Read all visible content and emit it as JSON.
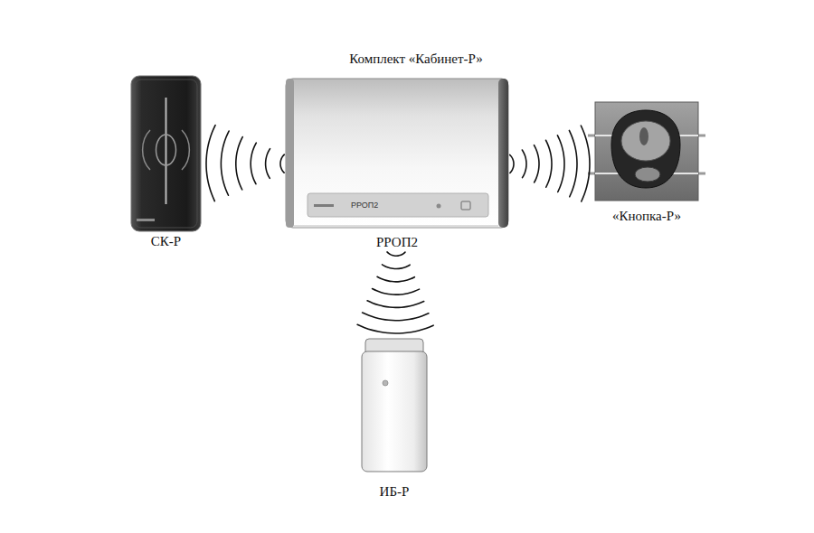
{
  "diagram": {
    "title": "Комплект «Кабинет-Р»",
    "nodes": [
      {
        "text": [
          "СК-Р"
        ]
      },
      {
        "text": [
          "РРОП2",
          "РРОП2"
        ]
      },
      {
        "text": [
          "«Кнопка-Р»"
        ]
      },
      {
        "text": [
          "ИБ-Р"
        ]
      }
    ],
    "edges": [
      {
        "from": 1,
        "to": 0,
        "arrow": "none"
      },
      {
        "from": 1,
        "to": 2,
        "arrow": "none"
      },
      {
        "from": 1,
        "to": 3,
        "arrow": "none"
      }
    ]
  }
}
